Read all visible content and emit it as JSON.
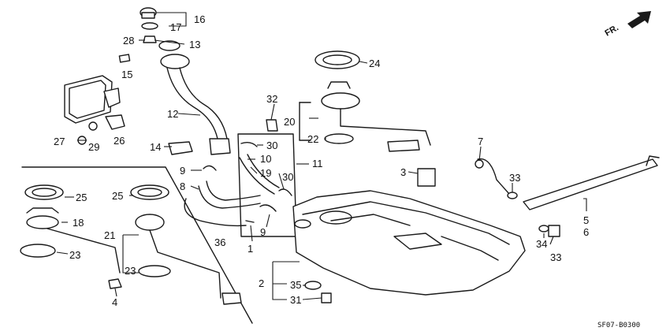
{
  "diagram": {
    "code": "SF07-B0300",
    "direction_label": "FR.",
    "callouts": {
      "c1": "1",
      "c2": "2",
      "c3": "3",
      "c4": "4",
      "c5": "5",
      "c6": "6",
      "c7": "7",
      "c8": "8",
      "c9a": "9",
      "c9b": "9",
      "c10": "10",
      "c11": "11",
      "c12": "12",
      "c13": "13",
      "c14": "14",
      "c15": "15",
      "c16": "16",
      "c17": "17",
      "c18": "18",
      "c19": "19",
      "c20": "20",
      "c21": "21",
      "c22": "22",
      "c23a": "23",
      "c23b": "23",
      "c24": "24",
      "c25a": "25",
      "c25b": "25",
      "c26": "26",
      "c27": "27",
      "c28": "28",
      "c29": "29",
      "c30a": "30",
      "c30b": "30",
      "c31": "31",
      "c32": "32",
      "c33a": "33",
      "c33b": "33",
      "c34": "34",
      "c35": "35",
      "c36": "36"
    }
  }
}
